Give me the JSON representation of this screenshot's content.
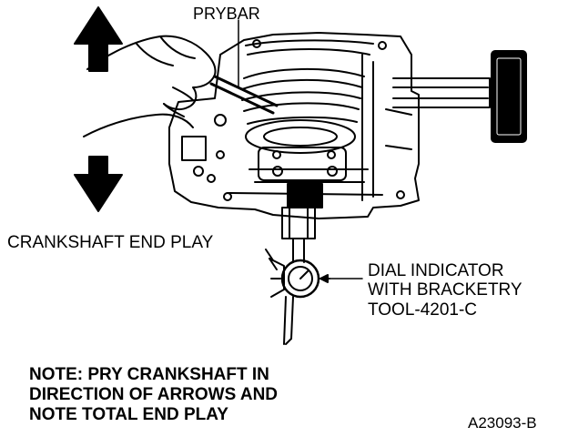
{
  "labels": {
    "prybar": "PRYBAR",
    "crankshaft_end_play": "CRANKSHAFT END PLAY",
    "dial_indicator": [
      "DIAL INDICATOR",
      "WITH BRACKETRY",
      "TOOL-4201-C"
    ],
    "note": [
      "NOTE: PRY CRANKSHAFT IN",
      "DIRECTION OF ARROWS AND",
      "NOTE TOTAL END PLAY"
    ],
    "figure_ref": "A23093-B"
  },
  "icons": {
    "up_arrow": "up-arrow-icon",
    "down_arrow": "down-arrow-icon"
  },
  "colors": {
    "ink": "#000000",
    "paper": "#ffffff"
  }
}
